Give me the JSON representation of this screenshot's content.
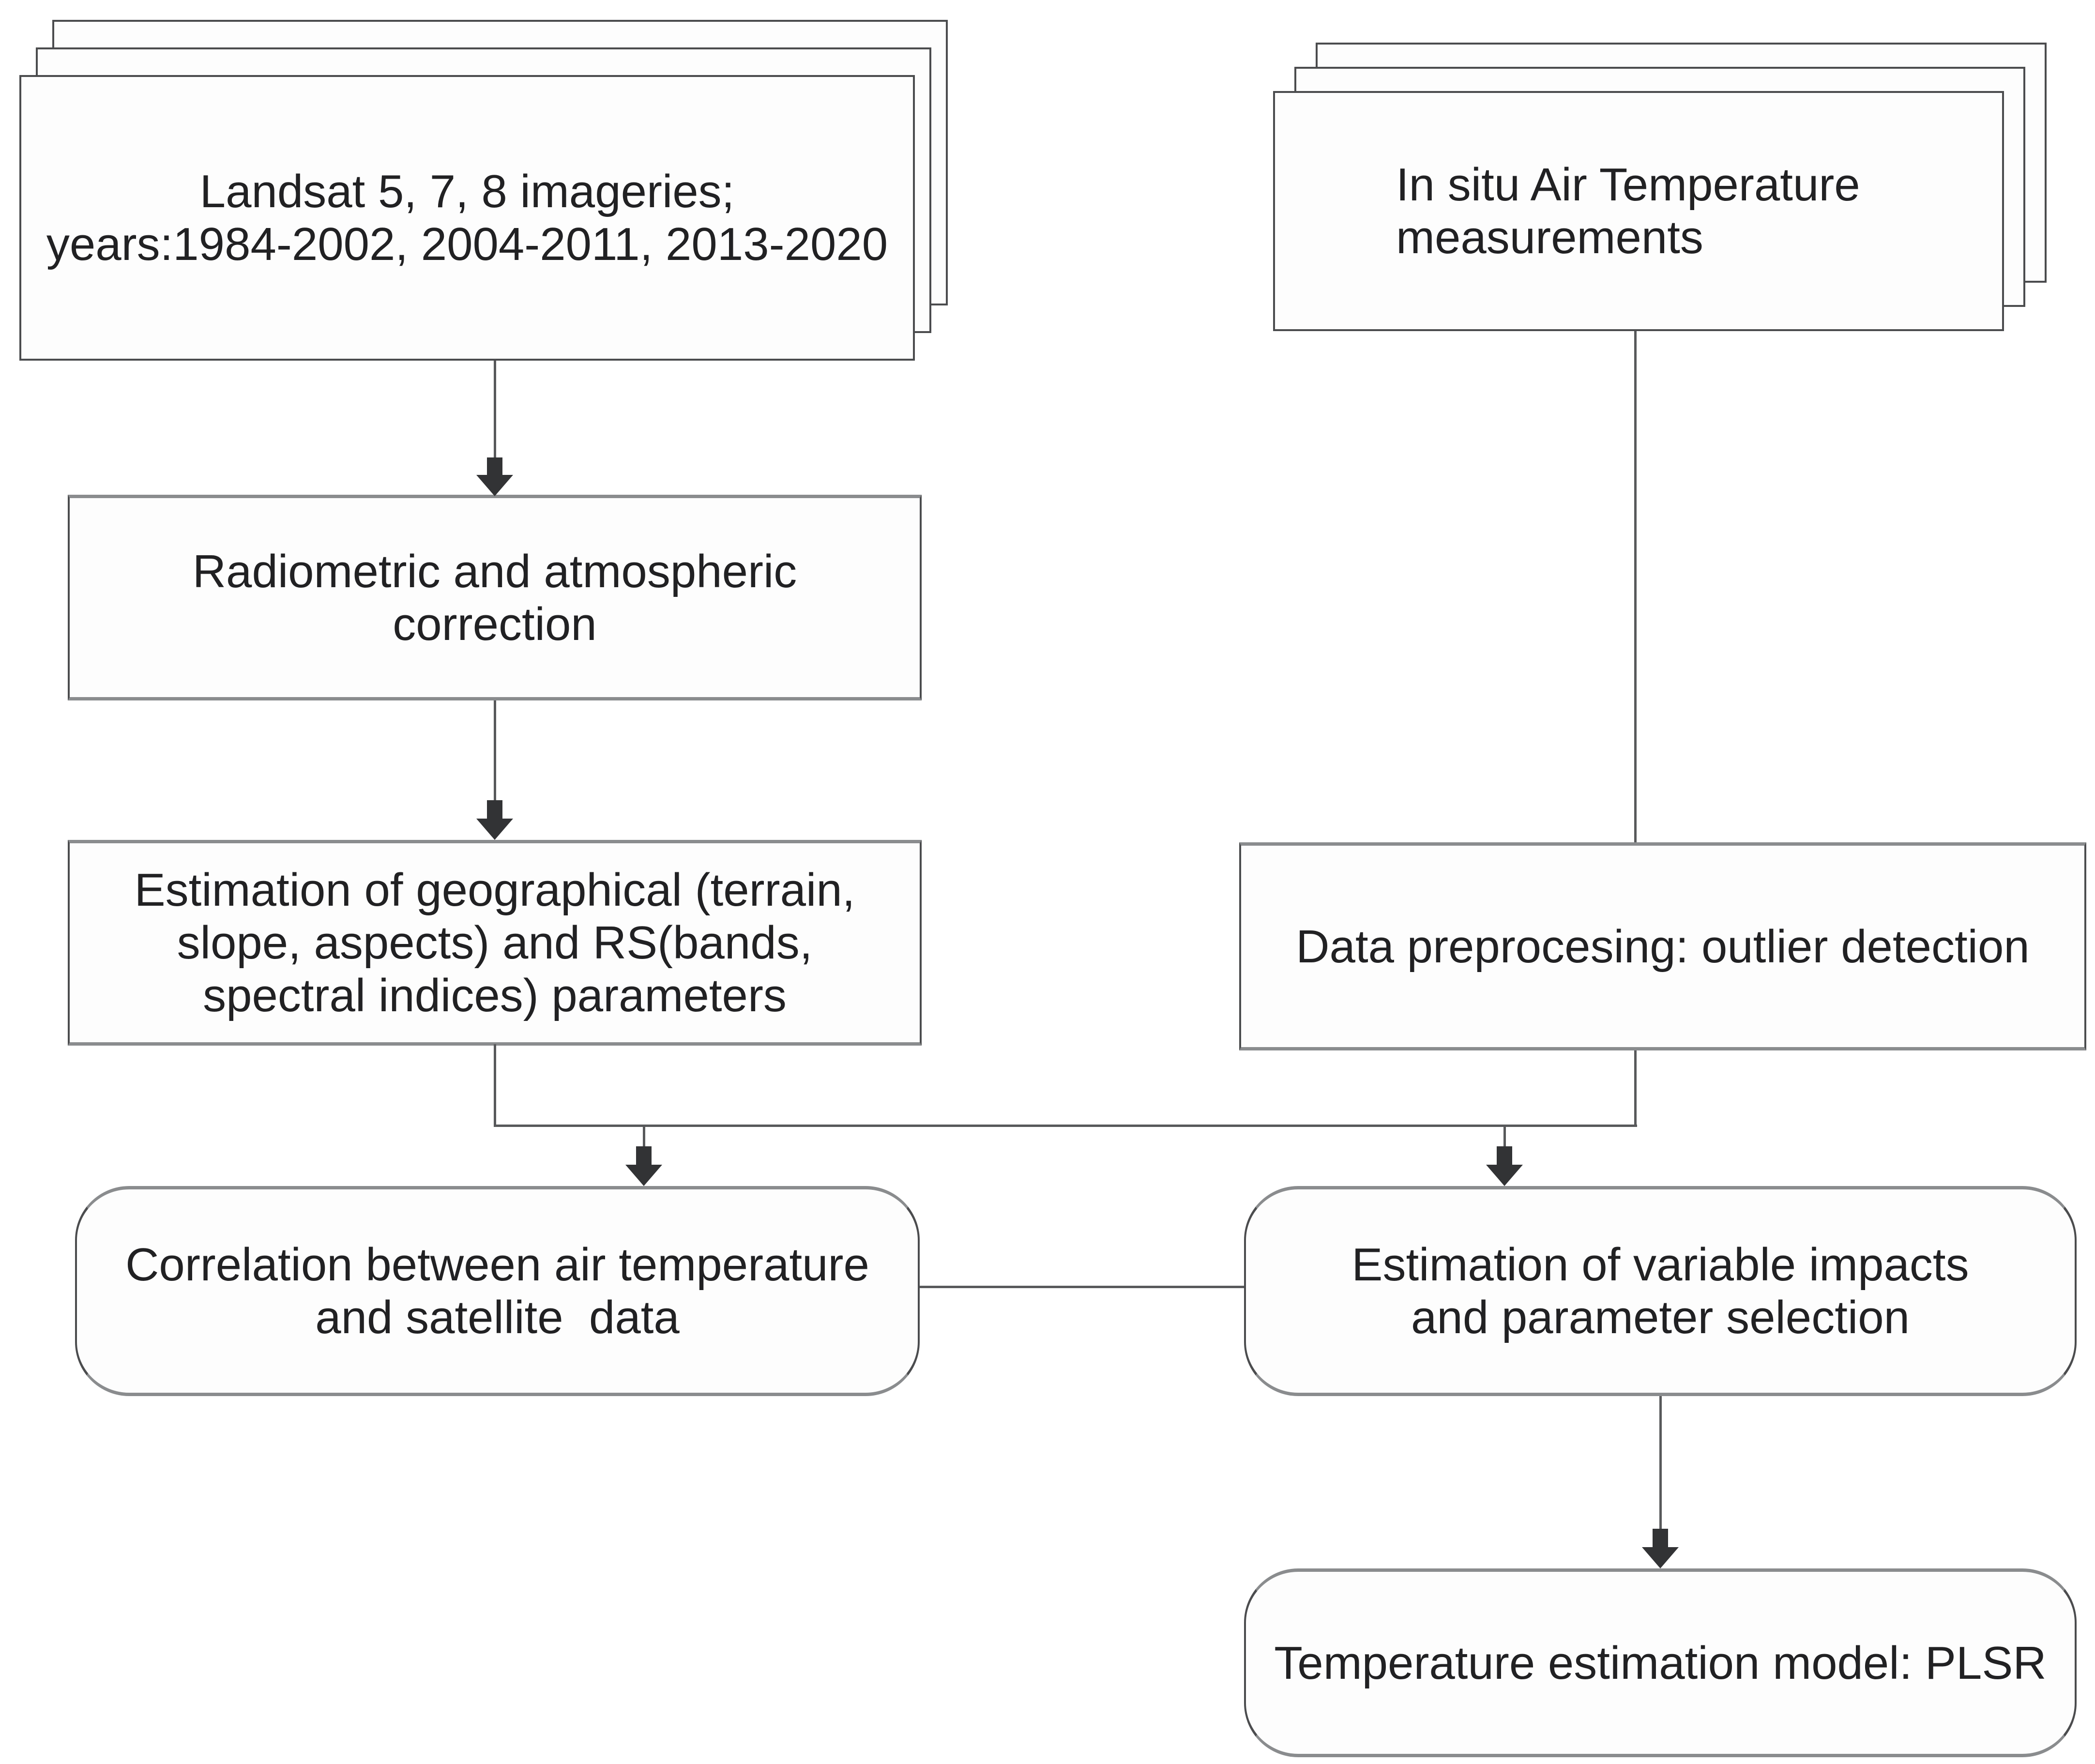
{
  "colors": {
    "background": "#ffffff",
    "box_fill": "#fdfdfd",
    "border_side": "#4b4c4e",
    "border_horizontal": "#8a8c8e",
    "connector": "#58595b",
    "arrow": "#323335",
    "text": "#212123"
  },
  "boxes": {
    "landsat_stack": {
      "lines": [
        "Landsat 5, 7, 8 imageries;",
        "years:1984-2002, 2004-2011, 2013-2020"
      ]
    },
    "insitu_stack": {
      "lines": [
        "In situ Air Temperature",
        "measurements"
      ]
    },
    "radiometric_correction": {
      "lines": [
        "Radiometric and atmospheric",
        "correction"
      ]
    },
    "parameter_estimation": {
      "lines": [
        "Estimation of geographical (terrain,",
        "slope, aspects) and RS(bands,",
        "spectral indices) parameters"
      ]
    },
    "data_preprocessing": {
      "lines": [
        "Data preprocesing: outlier detection"
      ]
    },
    "correlation": {
      "lines": [
        "Correlation between air temperature",
        "and satellite  data"
      ]
    },
    "variable_impacts": {
      "lines": [
        "Estimation of variable impacts",
        "and parameter selection"
      ]
    },
    "plsr_model": {
      "lines": [
        "Temperature estimation model: PLSR"
      ]
    }
  }
}
